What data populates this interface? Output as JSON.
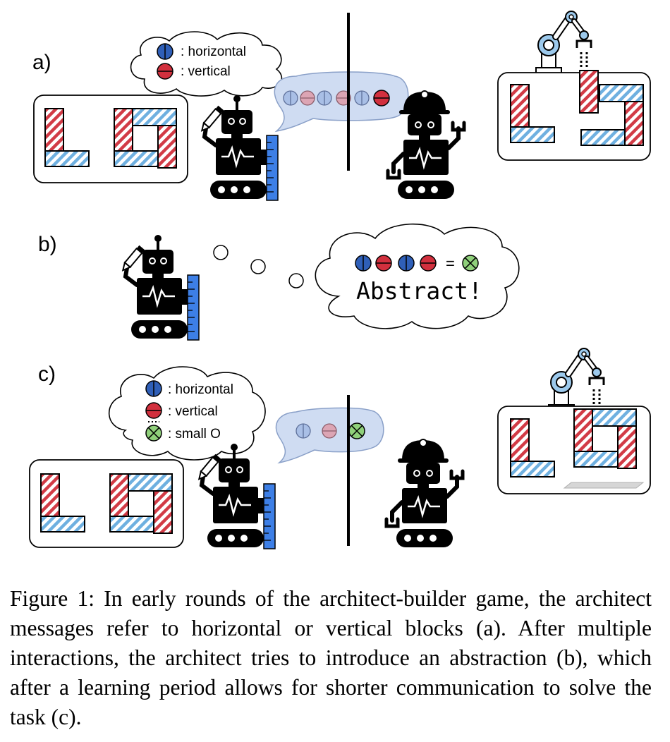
{
  "labels": {
    "a": "a)",
    "b": "b)",
    "c": "c)"
  },
  "legend_a": {
    "horizontal": ": horizontal",
    "vertical": ": vertical"
  },
  "legend_c": {
    "horizontal": ": horizontal",
    "vertical": ": vertical",
    "small": ": small O"
  },
  "thought_b": {
    "equals": "=",
    "text": "Abstract!"
  },
  "caption": "Figure 1: In early rounds of the architect-builder game, the architect messages refer to horizontal or vertical blocks (a). After multiple interactions, the architect tries to introduce an abstraction (b), which after a learning period allows for shorter communication to solve the task (c).",
  "colors": {
    "blue_token": "#2f5fb8",
    "red_token": "#d2303e",
    "green_token": "#8fd07a",
    "faded_blue": "#a9bfe6",
    "faded_red": "#dca5b4",
    "hatch_blue": "#6fb0e0",
    "hatch_red": "#d23b46",
    "bubble": "#cfdcf2",
    "ruler": "#3d7fe6"
  }
}
